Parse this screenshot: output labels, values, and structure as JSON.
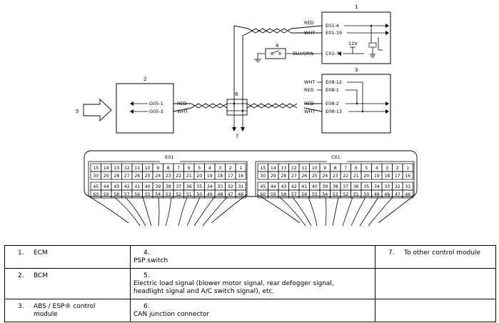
{
  "callouts": {
    "c1": "1",
    "c2": "2",
    "c3": "3",
    "c4": "4",
    "c5": "5",
    "c6": "6",
    "c7": "7"
  },
  "wires": {
    "ecm_red": "RED",
    "ecm_red_term": "E01-4",
    "ecm_wht": "WHT",
    "ecm_wht_term": "E01-19",
    "psp_wire": "BLU/ORN",
    "psp_term": "C01-7",
    "voltage": "12V",
    "abs_wht": "WHT",
    "abs_wht_term": "E08-12",
    "abs_red": "RED",
    "abs_red_term": "E08-1",
    "abs_red2": "RED",
    "abs_red2_term": "E08-2",
    "abs_wht2": "WHT",
    "abs_wht2_term": "E08-13",
    "bcm_red_term": "G05-1",
    "bcm_red": "RED",
    "bcm_wht_term": "G05-3",
    "bcm_wht": "WHT"
  },
  "connectors": {
    "left_title": "E01",
    "right_title": "C01",
    "rows": [
      [
        "15",
        "14",
        "13",
        "12",
        "11",
        "10",
        "9",
        "8",
        "7",
        "6",
        "5",
        "4",
        "3",
        "2",
        "1"
      ],
      [
        "30",
        "29",
        "28",
        "27",
        "26",
        "25",
        "24",
        "23",
        "22",
        "21",
        "20",
        "19",
        "18",
        "17",
        "16"
      ],
      [
        "45",
        "44",
        "43",
        "42",
        "41",
        "40",
        "39",
        "38",
        "37",
        "36",
        "35",
        "34",
        "33",
        "32",
        "31"
      ],
      [
        "60",
        "59",
        "58",
        "57",
        "56",
        "55",
        "54",
        "53",
        "52",
        "51",
        "50",
        "49",
        "48",
        "47",
        "46"
      ]
    ]
  },
  "legend": {
    "r1c1_num": "1.",
    "r1c1_text": "ECM",
    "r1c2_num": "4.",
    "r1c2_text": "PSP switch",
    "r1c3_num": "7.",
    "r1c3_text": "To other control module",
    "r2c1_num": "2.",
    "r2c1_text": "BCM",
    "r2c2_num": "5.",
    "r2c2_text": "Electric load signal (blower motor signal, rear defogger signal, headlight signal and A/C switch signal), etc.",
    "r3c1_num": "3.",
    "r3c1_text": "ABS / ESP® control module",
    "r3c2_num": "6.",
    "r3c2_text": "CAN junction connector"
  }
}
